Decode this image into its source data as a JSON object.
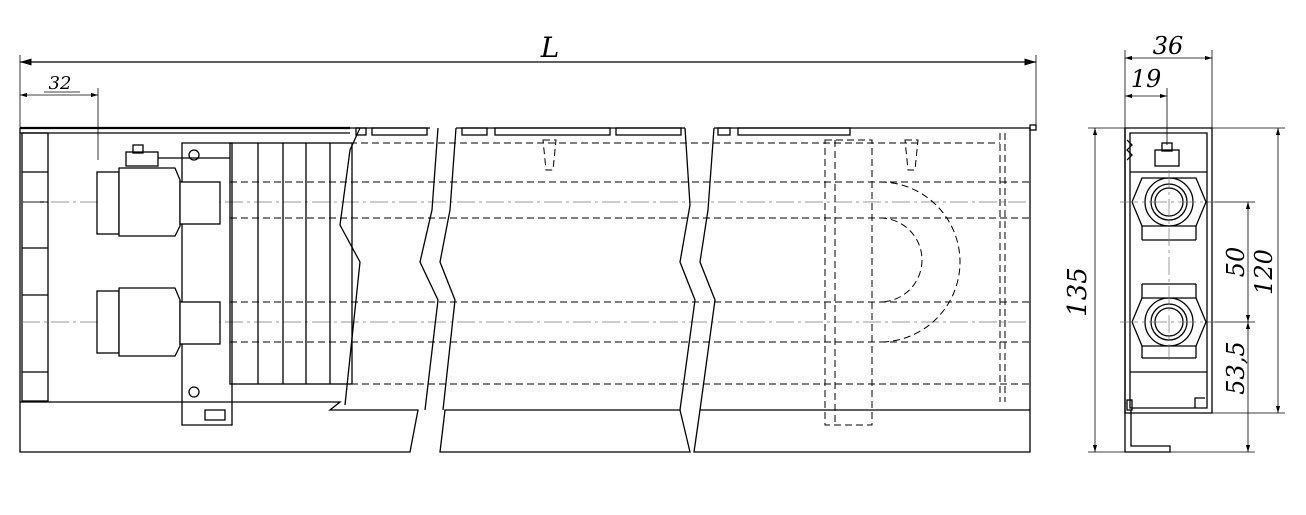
{
  "dimensions": {
    "length": "L",
    "offset_left": "32",
    "width_total": "36",
    "width_pipe": "19",
    "height_total": "135",
    "height_inner": "120",
    "pipe_spacing": "50",
    "pipe_height": "53,5"
  }
}
